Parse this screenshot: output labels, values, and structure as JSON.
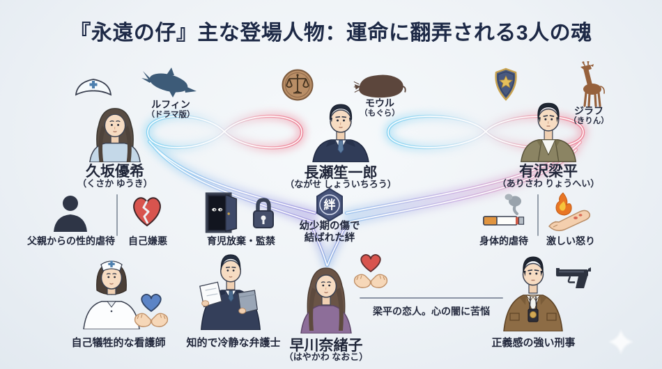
{
  "title": "『永遠の仔』主な登場人物：運命に翻弄される3人の魂",
  "characters": [
    {
      "name": "久坂優希",
      "reading": "（くさか ゆうき）",
      "animal": "ルフィン",
      "animal_reading": "（ドラマ版）"
    },
    {
      "name": "長瀬笙一郎",
      "reading": "（ながせ しょういちろう）",
      "animal": "モウル",
      "animal_reading": "（もぐら）"
    },
    {
      "name": "有沢梁平",
      "reading": "（ありさわ りょうへい）",
      "animal": "ジラフ",
      "animal_reading": "（きりん）"
    }
  ],
  "traumas": {
    "yuki_abuse": "父親からの性的虐待",
    "yuki_selfhate": "自己嫌悪",
    "shoichiro_neglect": "育児放棄・監禁",
    "ryohei_abuse": "身体的虐待",
    "ryohei_anger": "激しい怒り"
  },
  "bond": {
    "kanji": "絆",
    "line1": "幼少期の傷で",
    "line2": "結ばれた絆"
  },
  "roles": {
    "yuki": "自己犠牲的な看護師",
    "shoichiro": "知的で冷静な弁護士",
    "ryohei": "正義感の強い刑事"
  },
  "naoko": {
    "name": "早川奈緒子",
    "reading": "（はやかわ なおこ）",
    "note": "梁平の恋人。心の闇に苦悩"
  },
  "colors": {
    "background": "#eef2f6",
    "title_text": "#1d2946",
    "ribbon_blue": "#86d3f2",
    "ribbon_pink": "#ec8296",
    "heart_red": "#d8544e",
    "heart_blue": "#5c84c6"
  }
}
